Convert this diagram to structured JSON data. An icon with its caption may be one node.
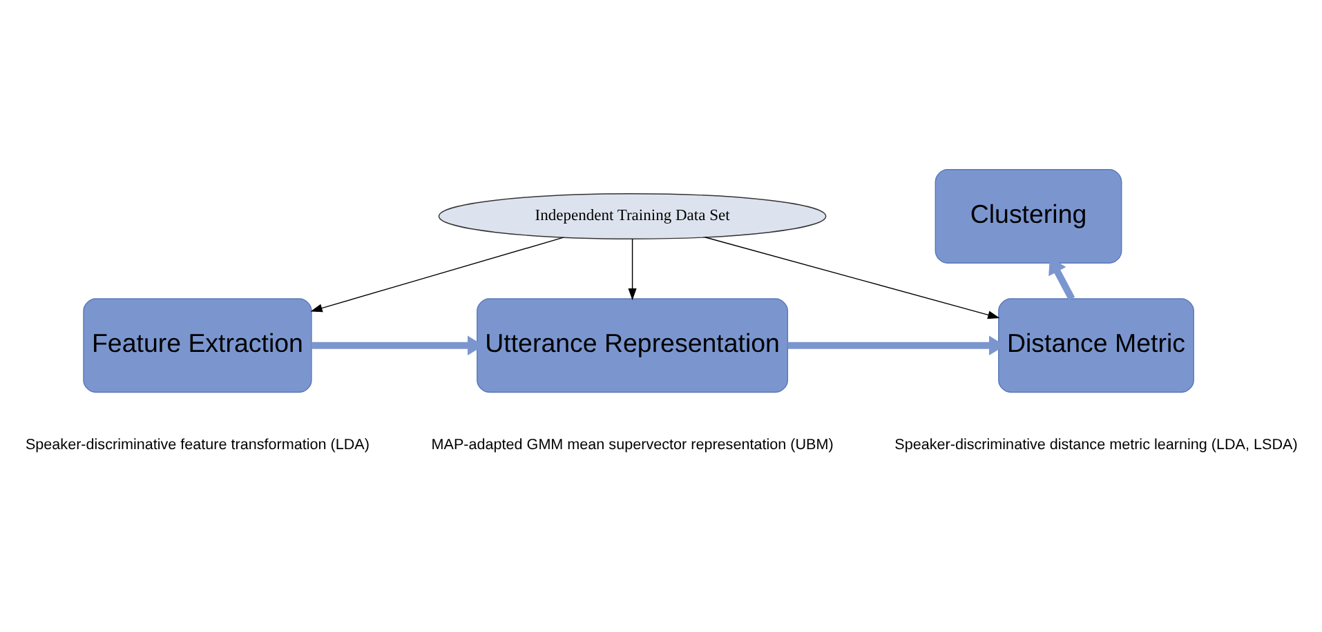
{
  "diagram": {
    "nodes": [
      {
        "text": [
          "Independent Training Data Set"
        ]
      },
      {
        "text": [
          "Clustering"
        ]
      },
      {
        "text": [
          "Feature Extraction"
        ],
        "beside": [
          "Speaker-discriminative feature transformation (LDA)"
        ]
      },
      {
        "text": [
          "Utterance Representation"
        ],
        "beside": [
          "MAP-adapted GMM mean supervector representation (UBM)"
        ]
      },
      {
        "text": [
          "Distance Metric"
        ],
        "beside": [
          "Speaker-discriminative distance metric learning (LDA, LSDA)"
        ]
      }
    ],
    "edges": [
      {
        "from": 0,
        "to": 2,
        "arrow": "to"
      },
      {
        "from": 0,
        "to": 3,
        "arrow": "to"
      },
      {
        "from": 0,
        "to": 4,
        "arrow": "to"
      },
      {
        "from": 2,
        "to": 3,
        "arrow": "to",
        "style": "thick",
        "color": "#7b96cf"
      },
      {
        "from": 3,
        "to": 4,
        "arrow": "to",
        "style": "thick",
        "color": "#7b96cf"
      },
      {
        "from": 4,
        "to": 1,
        "arrow": "to",
        "style": "thick",
        "color": "#7b96cf"
      }
    ]
  }
}
